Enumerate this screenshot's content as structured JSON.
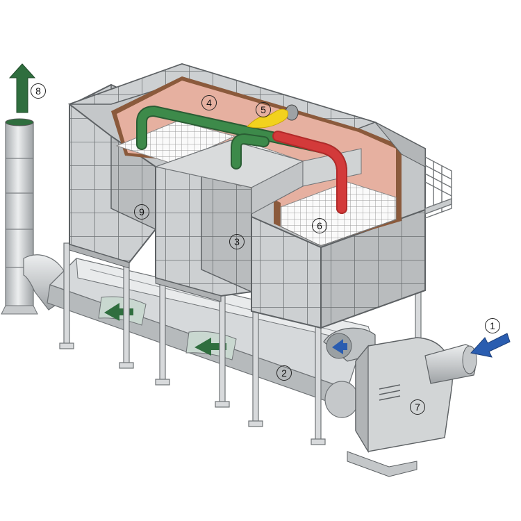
{
  "diagram": {
    "callouts": {
      "c1": "1",
      "c2": "2",
      "c3": "3",
      "c4": "4",
      "c5": "5",
      "c6": "6",
      "c7": "7",
      "c8": "8",
      "c9": "9"
    },
    "colors": {
      "flue_gas_arrow": "#2f6e3e",
      "inlet_arrow": "#2a5db0",
      "hot_duct": "#d33a3a",
      "burner_flame": "#f2d21e",
      "combustion_chamber": "#e6b0a0",
      "steel": "#c9ccce"
    }
  }
}
